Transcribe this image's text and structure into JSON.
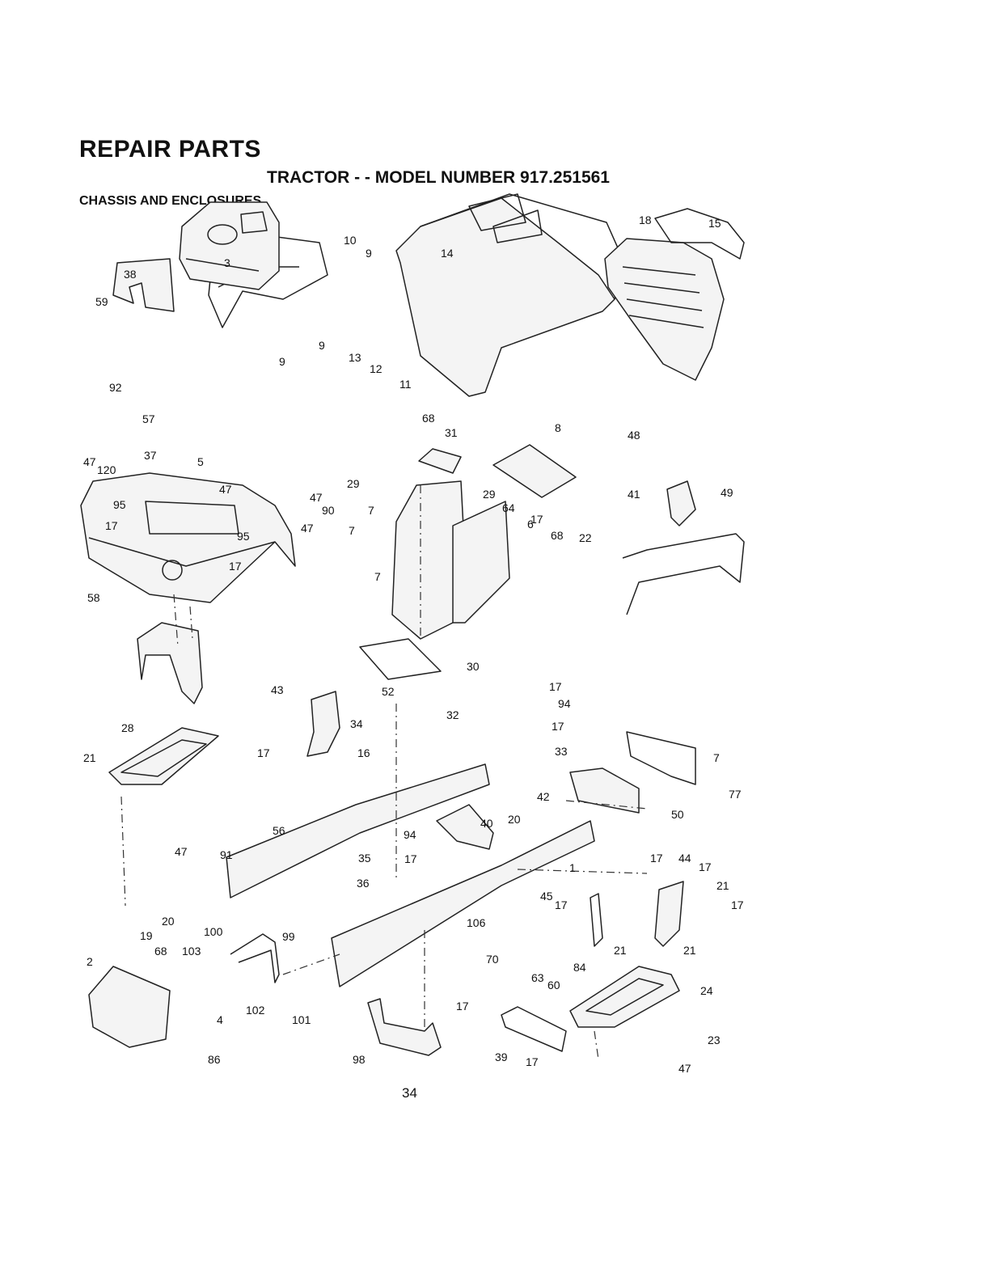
{
  "header": {
    "title": "REPAIR PARTS",
    "subtitle": "TRACTOR - - MODEL NUMBER 917.251561",
    "section": "CHASSIS AND ENCLOSURES"
  },
  "page_number": "34",
  "callouts": [
    "10",
    "9",
    "3",
    "14",
    "18",
    "15",
    "38",
    "59",
    "92",
    "9",
    "9",
    "13",
    "12",
    "11",
    "57",
    "5",
    "68",
    "31",
    "8",
    "48",
    "47",
    "120",
    "37",
    "47",
    "29",
    "29",
    "64",
    "17",
    "47",
    "90",
    "68",
    "41",
    "49",
    "7",
    "6",
    "22",
    "95",
    "17",
    "95",
    "17",
    "7",
    "47",
    "7",
    "58",
    "30",
    "43",
    "52",
    "17",
    "94",
    "32",
    "17",
    "34",
    "33",
    "28",
    "21",
    "17",
    "16",
    "7",
    "77",
    "50",
    "42",
    "40",
    "20",
    "56",
    "94",
    "47",
    "91",
    "35",
    "17",
    "17",
    "44",
    "17",
    "1",
    "36",
    "21",
    "45",
    "17",
    "17",
    "20",
    "19",
    "100",
    "106",
    "99",
    "68",
    "103",
    "70",
    "84",
    "21",
    "21",
    "63",
    "60",
    "2",
    "24",
    "4",
    "102",
    "17",
    "101",
    "23",
    "86",
    "98",
    "39",
    "17",
    "47"
  ]
}
